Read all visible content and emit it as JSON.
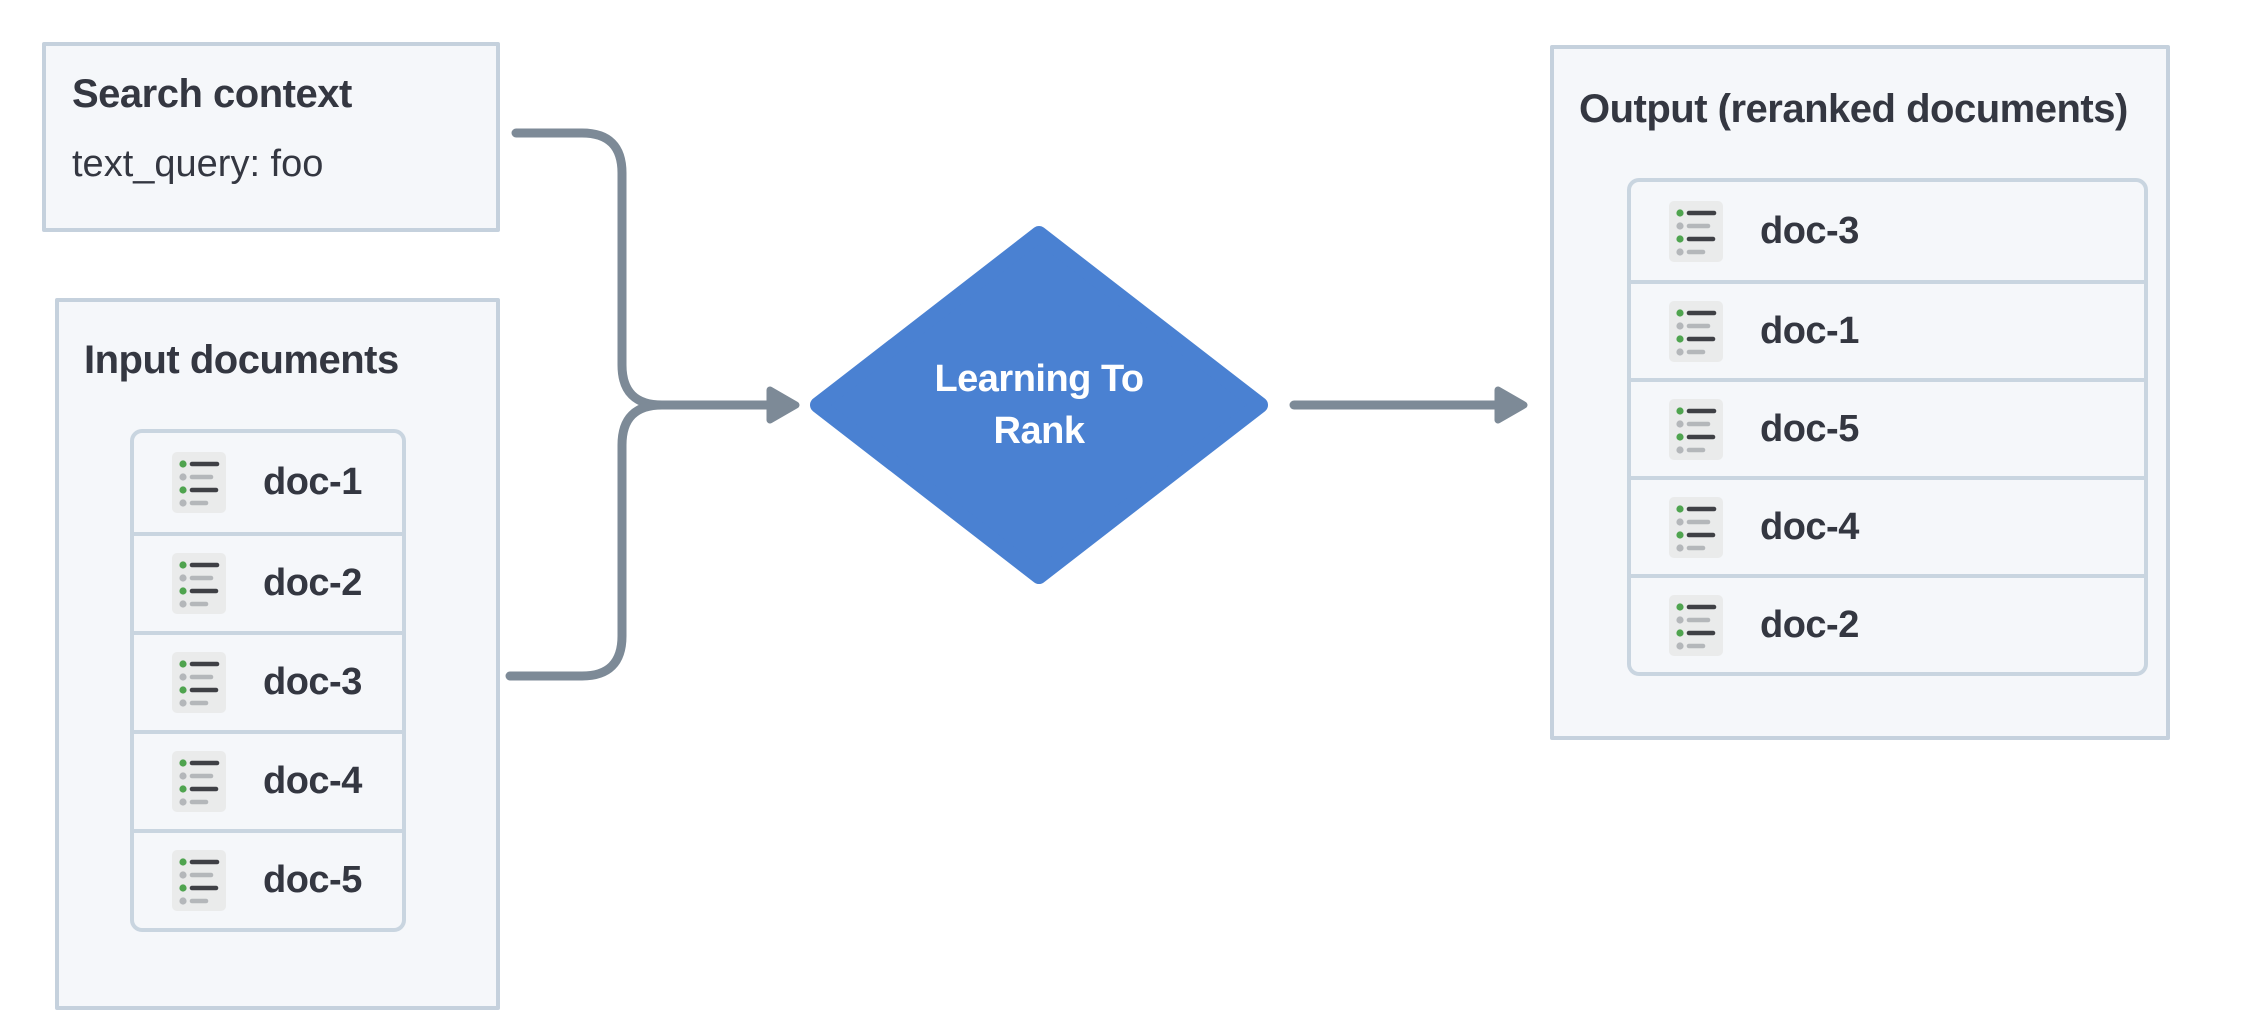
{
  "search_context": {
    "title": "Search context",
    "query": "text_query: foo"
  },
  "input_documents": {
    "title": "Input documents",
    "docs": [
      "doc-1",
      "doc-2",
      "doc-3",
      "doc-4",
      "doc-5"
    ]
  },
  "learning_to_rank": {
    "line1": "Learning To",
    "line2": "Rank"
  },
  "output_documents": {
    "title": "Output (reranked documents)",
    "docs": [
      "doc-3",
      "doc-1",
      "doc-5",
      "doc-4",
      "doc-2"
    ]
  },
  "icons": {
    "doc_icon": "bulleted-list-icon"
  },
  "colors": {
    "box_bg": "#F5F7FA",
    "box_border": "#C5D1DD",
    "card_border": "#C9D5E0",
    "text_dark": "#343741",
    "diamond_blue": "#4A81D2",
    "arrow_gray": "#7D8A97",
    "icon_bg": "#EAEBEB",
    "icon_dark": "#3F4045",
    "icon_gray": "#B4B7BA",
    "icon_green": "#4FA44F"
  }
}
